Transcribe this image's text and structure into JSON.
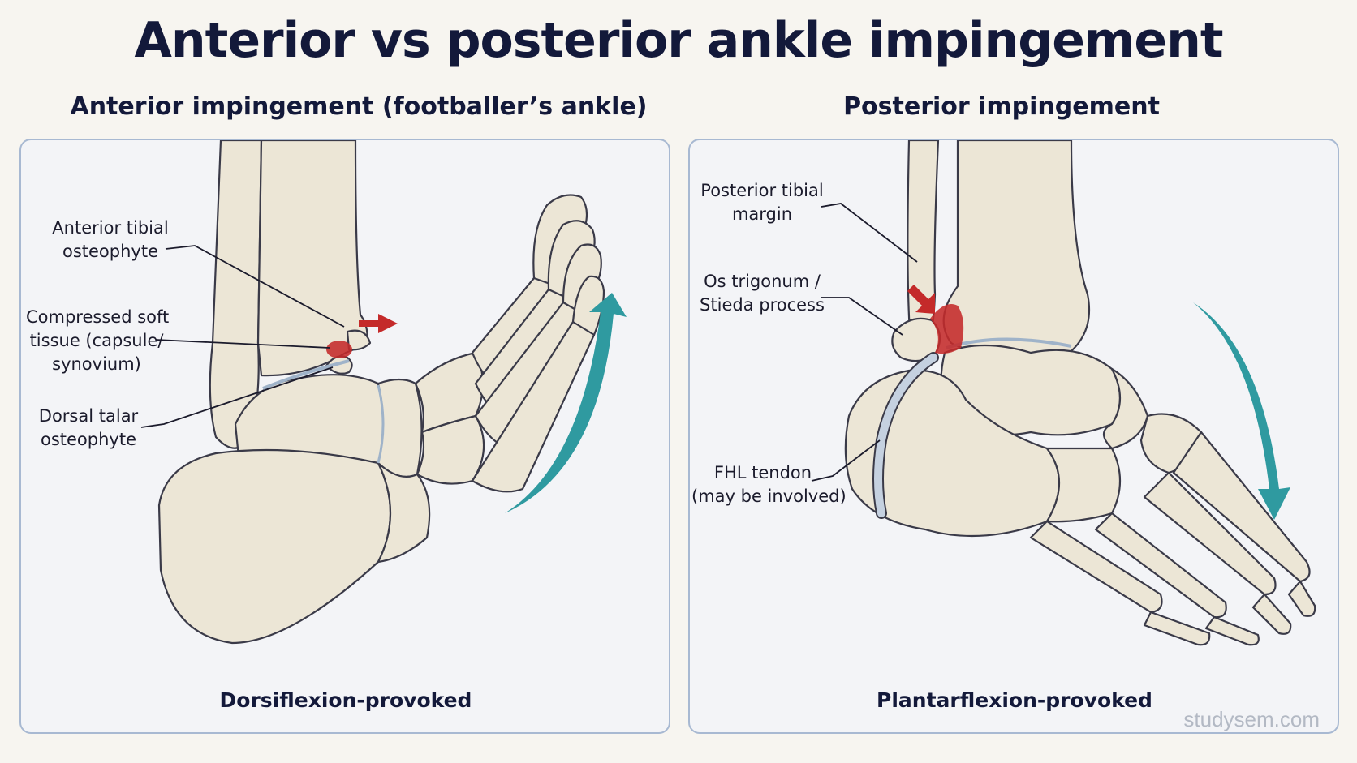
{
  "title": "Anterior vs posterior ankle impingement",
  "watermark": "studysem.com",
  "colors": {
    "bone": "#ece6d6",
    "bone_outline": "#3a3a48",
    "impingement": "#c42a2a",
    "arrow_motion": "#2f9aa0",
    "panel_border": "#a8b9d2",
    "tendon": "#c5d1e0"
  },
  "anterior": {
    "title": "Anterior impingement (footballer’s ankle)",
    "caption": "Dorsiflexion-provoked",
    "labels": {
      "tibial_osteophyte_1": "Anterior tibial",
      "tibial_osteophyte_2": "osteophyte",
      "soft_tissue_1": "Compressed soft",
      "soft_tissue_2": "tissue (capsule/",
      "soft_tissue_3": "synovium)",
      "talar_osteophyte_1": "Dorsal talar",
      "talar_osteophyte_2": "osteophyte"
    }
  },
  "posterior": {
    "title": "Posterior impingement",
    "caption": "Plantarflexion-provoked",
    "labels": {
      "tibial_margin_1": "Posterior tibial",
      "tibial_margin_2": "margin",
      "os_trigonum_1": "Os trigonum /",
      "os_trigonum_2": "Stieda process",
      "fhl_1": "FHL tendon",
      "fhl_2": "(may be involved)"
    }
  }
}
